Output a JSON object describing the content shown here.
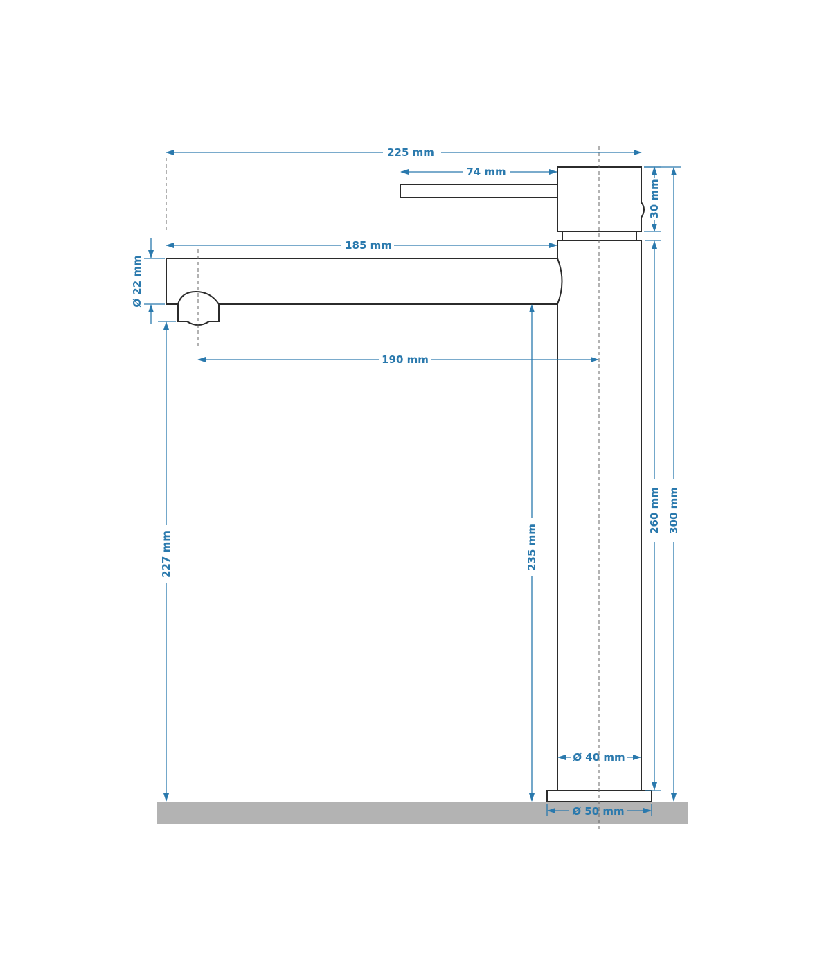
{
  "colors": {
    "dimension": "#2a79ad",
    "outline": "#2b2b2b",
    "countertop": "#b3b3b3",
    "background": "#ffffff"
  },
  "dimensions": {
    "overall_width": "225 mm",
    "lever_length": "74 mm",
    "handle_height": "30 mm",
    "spout_length": "185 mm",
    "spout_diameter": "Ø 22 mm",
    "spout_reach": "190 mm",
    "spout_outlet_height": "227 mm",
    "spout_underside_height": "235 mm",
    "body_height": "260 mm",
    "total_height": "300 mm",
    "body_diameter": "Ø 40 mm",
    "base_diameter": "Ø 50 mm"
  }
}
